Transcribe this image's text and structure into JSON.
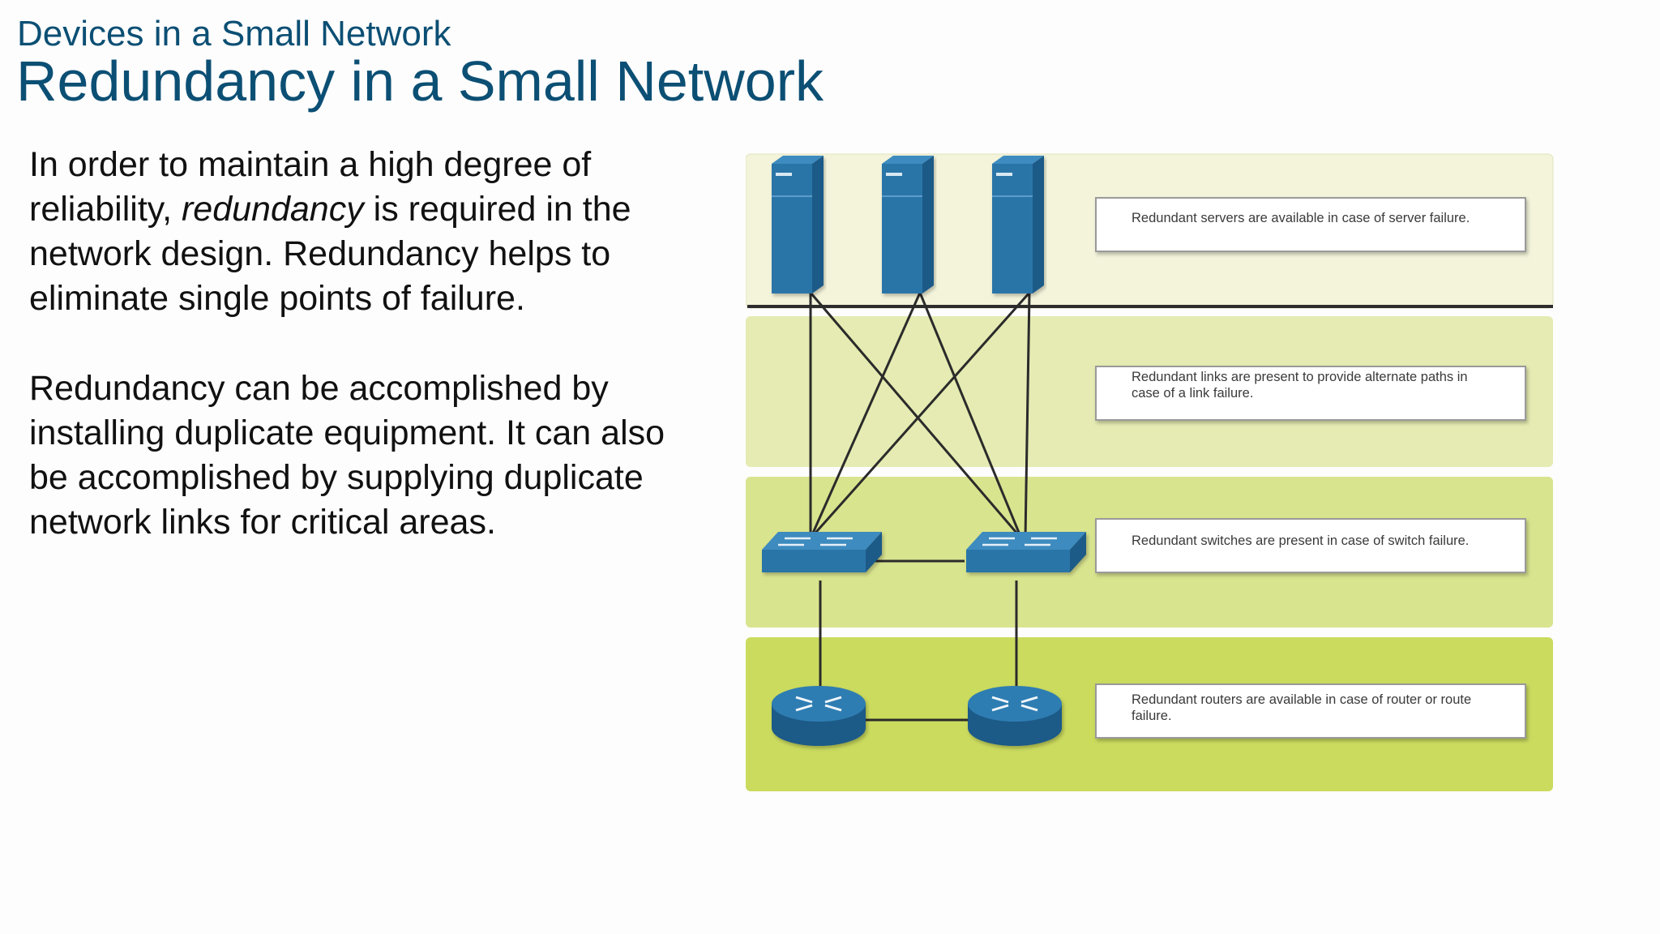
{
  "header": {
    "subtitle": "Devices in a Small Network",
    "title": "Redundancy in a Small Network"
  },
  "body": {
    "p1_before": "In order to maintain a high degree of reliability, ",
    "p1_emphasis": "redundancy",
    "p1_after": " is required in the network design. Redundancy helps to eliminate single points of failure.",
    "p2": "Redundancy can be accomplished by installing duplicate equipment. It can also be accomplished by supplying duplicate network links for critical areas."
  },
  "diagram": {
    "callouts": {
      "servers": [
        "Redundant servers are available in case of server failure."
      ],
      "links": [
        "Redundant links are present to provide alternate paths in",
        "case of a link failure."
      ],
      "switches": [
        "Redundant switches are present in case of switch failure."
      ],
      "routers": [
        "Redundant routers are available in case of router or route",
        "failure."
      ]
    },
    "colors": {
      "server_band": "#f3f4da",
      "link_band": "#e5ebb2",
      "switch_band": "#d9e48e",
      "router_band": "#cbdb5e",
      "device_blue": "#2a75a8",
      "device_dark": "#1c5a87"
    }
  }
}
